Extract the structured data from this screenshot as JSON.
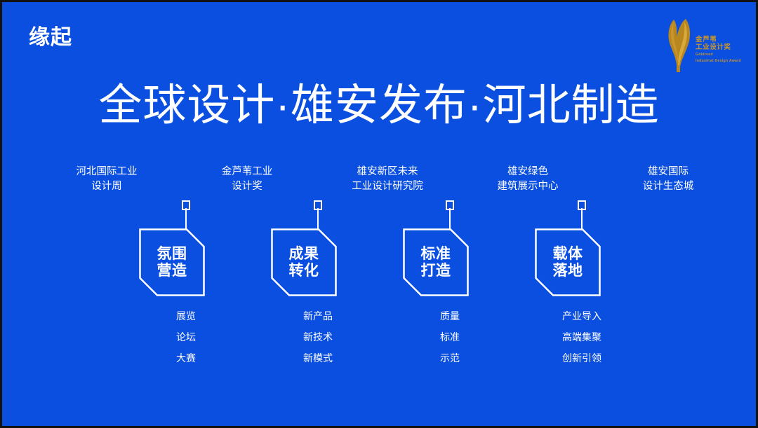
{
  "slide": {
    "background_color": "#0A4FE0",
    "text_color": "#FFFFFF",
    "accent_gold": "#C8962B",
    "section_title": "缘起",
    "headline": "全球设计·雄安发布·河北制造"
  },
  "logo": {
    "name_cn_line1": "金芦苇",
    "name_cn_line2": "工业设计奖",
    "name_en_line1": "Goldreed",
    "name_en_line2": "Industrial Design Award"
  },
  "top_labels": [
    {
      "line1": "河北国际工业",
      "line2": "设计周"
    },
    {
      "line1": "金芦苇工业",
      "line2": "设计奖"
    },
    {
      "line1": "雄安新区未来",
      "line2": "工业设计研究院"
    },
    {
      "line1": "雄安绿色",
      "line2": "建筑展示中心"
    },
    {
      "line1": "雄安国际",
      "line2": "设计生态城"
    }
  ],
  "pillars": [
    {
      "title_line1": "氛围",
      "title_line2": "营造",
      "outcomes": [
        "展览",
        "论坛",
        "大赛"
      ]
    },
    {
      "title_line1": "成果",
      "title_line2": "转化",
      "outcomes": [
        "新产品",
        "新技术",
        "新模式"
      ]
    },
    {
      "title_line1": "标准",
      "title_line2": "打造",
      "outcomes": [
        "质量",
        "标准",
        "示范"
      ]
    },
    {
      "title_line1": "载体",
      "title_line2": "落地",
      "outcomes": [
        "产业导入",
        "高端集聚",
        "创新引领"
      ]
    }
  ]
}
